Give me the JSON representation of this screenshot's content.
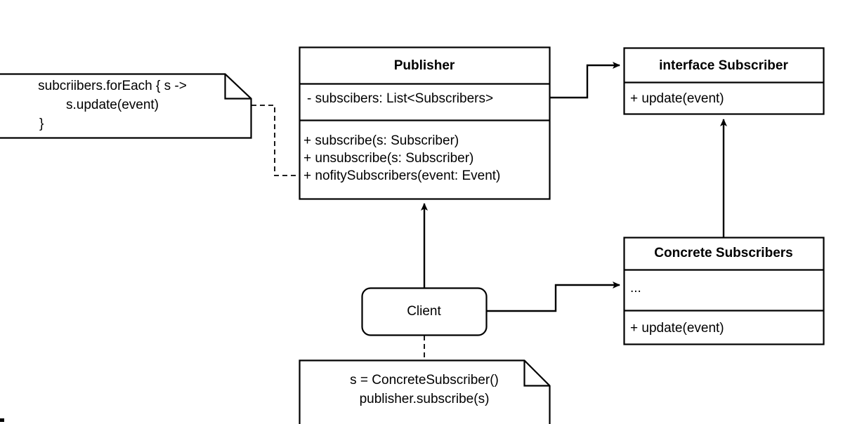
{
  "diagram": {
    "title": "Observer pattern UML class diagram",
    "stroke_color": "#000000",
    "fill_color": "#ffffff",
    "text_color": "#000000"
  },
  "publisher": {
    "name": "Publisher",
    "attributes": [
      "- subscibers: List<Subscribers>"
    ],
    "methods": [
      "+ subscribe(s: Subscriber)",
      "+ unsubscribe(s: Subscriber)",
      "+ nofitySubscribers(event: Event)"
    ]
  },
  "subscriber_interface": {
    "name": "interface Subscriber",
    "methods": [
      "+ update(event)"
    ]
  },
  "concrete_subscribers": {
    "name": "Concrete Subscribers",
    "attributes": [
      "..."
    ],
    "methods": [
      "+ update(event)"
    ]
  },
  "client": {
    "name": "Client"
  },
  "note_notify": {
    "lines": [
      "subcriibers.forEach { s ->",
      "s.update(event)",
      "}"
    ]
  },
  "note_client": {
    "lines": [
      "s = ConcreteSubscriber()",
      "publisher.subscribe(s)"
    ]
  },
  "connectors": [
    {
      "name": "publisher-to-subscriber-association",
      "kind": "solid-arrow",
      "from": "Publisher",
      "to": "interface Subscriber"
    },
    {
      "name": "client-to-publisher-dependency",
      "kind": "solid-arrow",
      "from": "Client",
      "to": "Publisher"
    },
    {
      "name": "concrete-subscribers-implements-subscriber",
      "kind": "solid-arrow",
      "from": "Concrete Subscribers",
      "to": "interface Subscriber"
    },
    {
      "name": "client-to-concrete-subscribers",
      "kind": "solid-arrow",
      "from": "Client",
      "to": "Concrete Subscribers"
    },
    {
      "name": "note-notify-anchor",
      "kind": "dashed",
      "from": "note_notify",
      "to": "Publisher.nofitySubscribers"
    },
    {
      "name": "note-client-anchor",
      "kind": "dashed",
      "from": "note_client",
      "to": "Client"
    }
  ]
}
